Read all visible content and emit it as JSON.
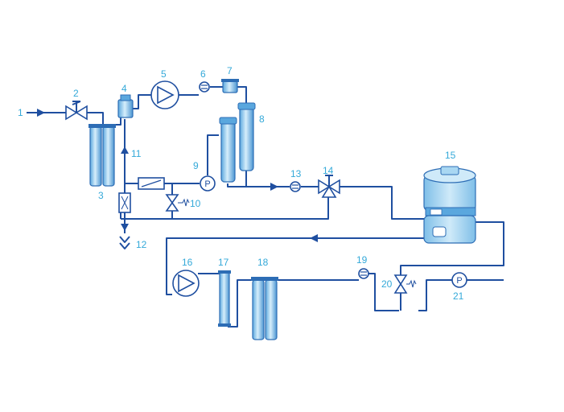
{
  "labels": {
    "n1": "1",
    "n2": "2",
    "n3": "3",
    "n4": "4",
    "n5": "5",
    "n6": "6",
    "n7": "7",
    "n8": "8",
    "n9": "9",
    "n10": "10",
    "n11": "11",
    "n12": "12",
    "n13": "13",
    "n14": "14",
    "n15": "15",
    "n16": "16",
    "n17": "17",
    "n18": "18",
    "n19": "19",
    "n20": "20",
    "n21": "21"
  },
  "symbols": {
    "pressure": "P"
  },
  "colors": {
    "pipe": "#1f4fa0",
    "label": "#34a9d9",
    "component": "#a9d7f2"
  }
}
